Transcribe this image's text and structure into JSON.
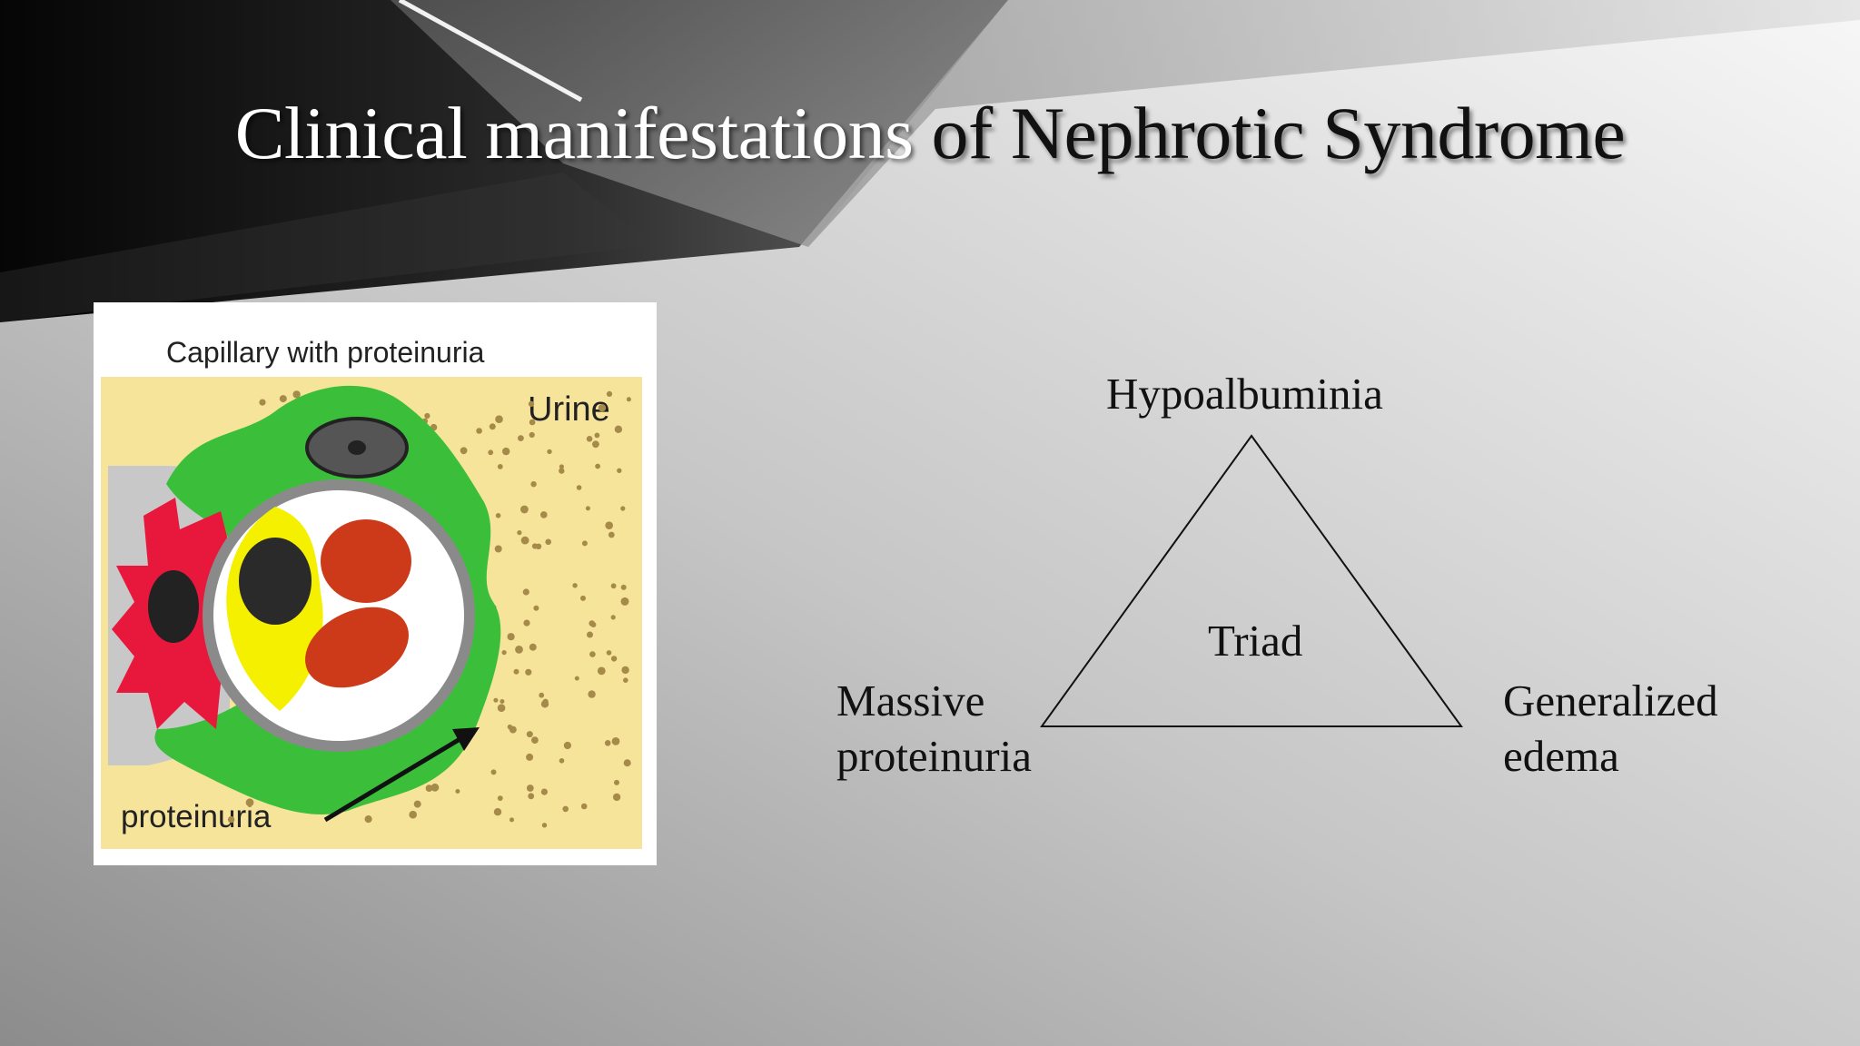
{
  "slide": {
    "title_part1": "Clinical manifestations",
    "title_part2": "of Nephrotic Syndrome"
  },
  "figure": {
    "caption": "Capillary with proteinuria",
    "label_urine": "Urine",
    "label_proteinuria": "proteinuria",
    "colors": {
      "background": "#f6e49b",
      "podocyte": "#3bbf3b",
      "mesangial": "#e8183c",
      "endothelial": "#f4f000",
      "red_cell": "#cc3a1a",
      "protein_dot": "#a58a4a"
    }
  },
  "triad": {
    "top": "Hypoalbuminia",
    "center": "Triad",
    "left_line1": "Massive",
    "left_line2": "proteinuria",
    "right_line1": "Generalized",
    "right_line2": "edema"
  }
}
